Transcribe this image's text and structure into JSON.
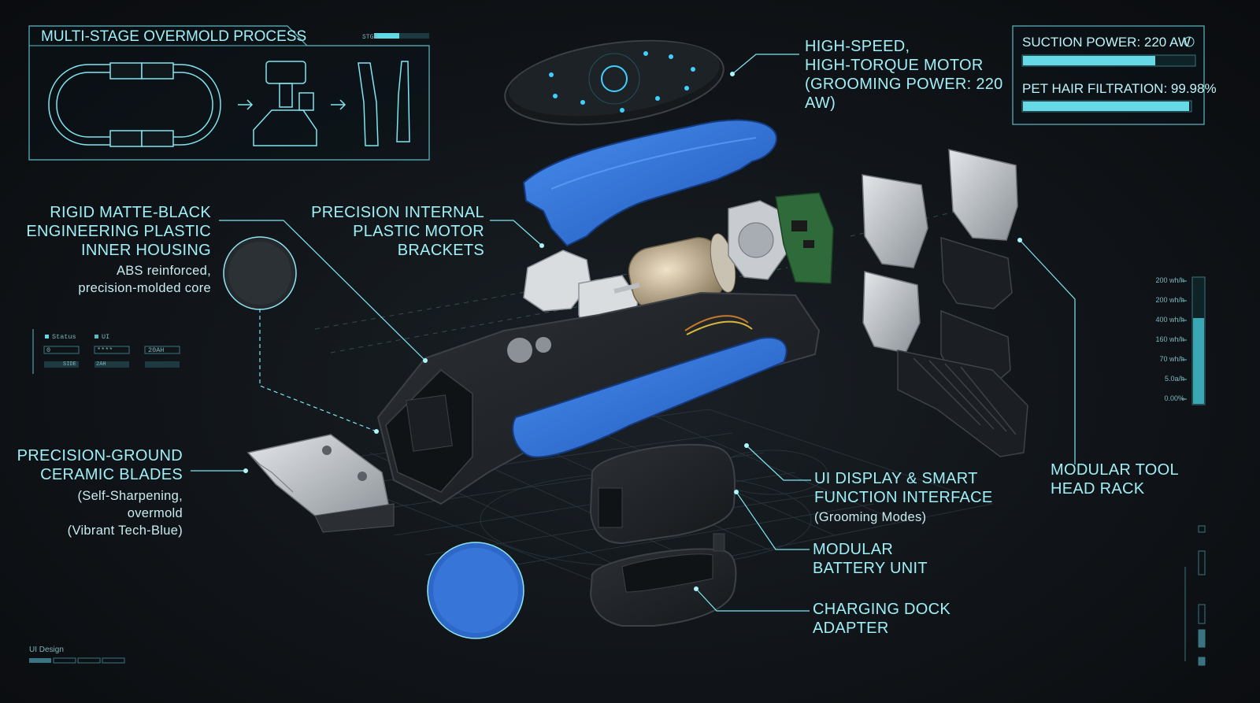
{
  "process_panel": {
    "title": "MULTI-STAGE OVERMOLD PROCESS",
    "stage_tag": "STGS"
  },
  "gauges": [
    {
      "label": "SUCTION POWER: 220 AW",
      "level": 0.77
    },
    {
      "label": "PET HAIR FILTRATION: 99.98%",
      "level": 0.99
    }
  ],
  "callouts": {
    "housing": {
      "lines": [
        "RIGID MATTE-BLACK",
        "ENGINEERING PLASTIC",
        "INNER HOUSING"
      ],
      "sub": [
        "ABS reinforced,",
        "precision-molded core"
      ]
    },
    "brackets": {
      "lines": [
        "PRECISION INTERNAL",
        "PLASTIC MOTOR",
        "BRACKETS"
      ]
    },
    "motor": {
      "lines": [
        "HIGH-SPEED,",
        "HIGH-TORQUE MOTOR",
        "(GROOMING POWER: 220 AW)"
      ]
    },
    "blades": {
      "lines": [
        "PRECISION-GROUND",
        "CERAMIC BLADES"
      ],
      "sub": [
        "(Self-Sharpening,",
        "overmold",
        "(Vibrant Tech-Blue)"
      ]
    },
    "ui_display": {
      "lines": [
        "UI DISPLAY & SMART",
        "FUNCTION INTERFACE"
      ],
      "sub": [
        "(Grooming Modes)"
      ]
    },
    "battery": {
      "lines": [
        "MODULAR",
        "BATTERY UNIT"
      ]
    },
    "dock": {
      "lines": [
        "CHARGING DOCK",
        "ADAPTER"
      ]
    },
    "tool_rack": {
      "lines": [
        "MODULAR TOOL",
        "HEAD RACK"
      ]
    }
  },
  "status_card": {
    "status_label": "Status",
    "ui_label": "UI",
    "field_1": "0",
    "field_2": "****",
    "field_3": "20AH",
    "chip_1": "SIDE",
    "chip_2": "2AH",
    "chip_3": ""
  },
  "scale": {
    "labels": [
      "200 wh/h",
      "200 wh/h",
      "400 wh/h",
      "160 wh/h",
      "70 wh/h",
      "5.0a/h",
      "0.00%"
    ],
    "level": 0.68
  },
  "footer": {
    "ui_design": "UI Design"
  },
  "colors": {
    "accent": "#7fe6f0",
    "tech_blue": "#2f6fd6",
    "housing_black": "#1c1f23"
  }
}
